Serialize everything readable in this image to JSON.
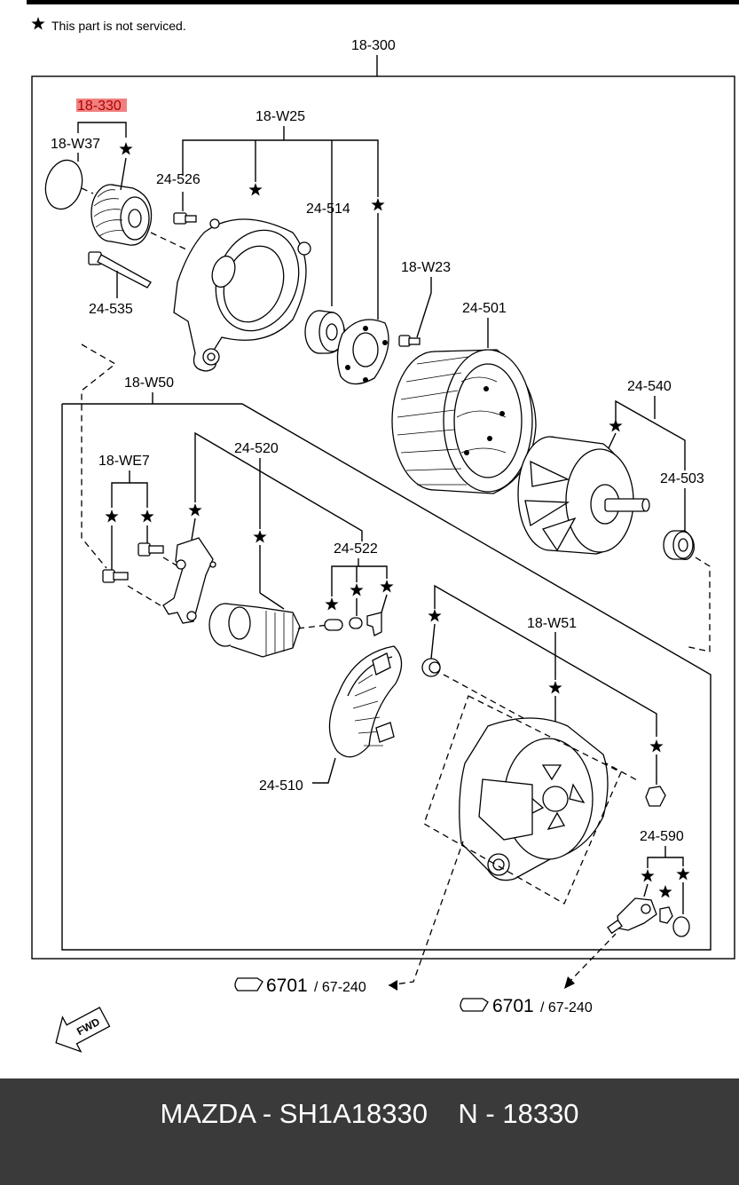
{
  "legend": {
    "symbol": "★",
    "text": "This part is not serviced."
  },
  "labels": {
    "assembly": "18-300",
    "highlight": "18-330",
    "w37": "18-W37",
    "w25": "18-W25",
    "p526": "24-526",
    "p514": "24-514",
    "p535": "24-535",
    "w23": "18-W23",
    "p501": "24-501",
    "w50": "18-W50",
    "p540": "24-540",
    "p520": "24-520",
    "we7": "18-WE7",
    "p503": "24-503",
    "p522": "24-522",
    "w51": "18-W51",
    "p510": "24-510",
    "p590": "24-590"
  },
  "refs": [
    {
      "main": "6701",
      "sub": "/ 67-240"
    },
    {
      "main": "6701",
      "sub": "/ 67-240"
    }
  ],
  "fwd_text": "FWD",
  "highlight_color": "#f08080",
  "footer": {
    "text": "MAZDA - SH1A18330    N - 18330"
  }
}
